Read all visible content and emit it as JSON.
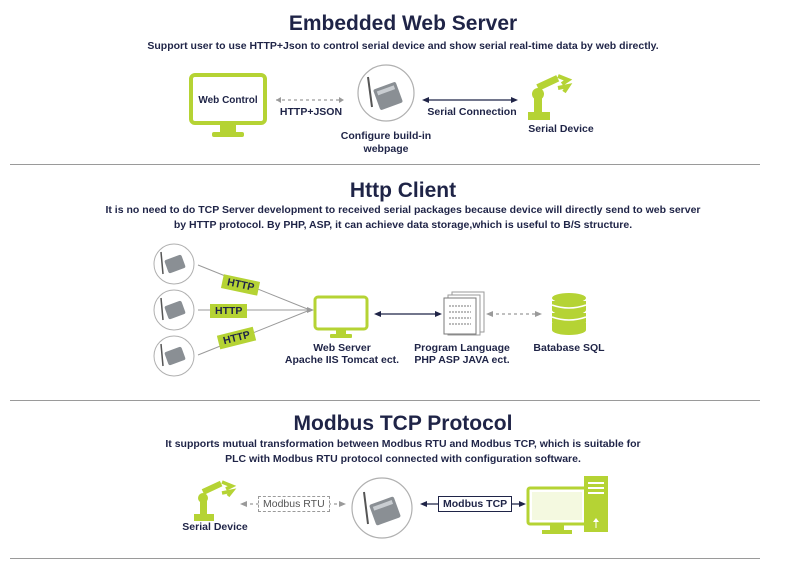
{
  "colors": {
    "accent": "#b5d334",
    "navy": "#1f2447",
    "gray": "#9a9a9a"
  },
  "s1": {
    "title": "Embedded Web Server",
    "desc": "Support user to use HTTP+Json to control serial device and show serial real-time data by web directly.",
    "web_control": "Web Control",
    "http_json": "HTTP+JSON",
    "configure": "Configure build-in",
    "webpage": "webpage",
    "serial_connection": "Serial Connection",
    "serial_device": "Serial Device"
  },
  "s2": {
    "title": "Http Client",
    "desc1": "It is no need to do TCP Server development to received serial packages because device will directly send to web server",
    "desc2": "by HTTP protocol. By PHP, ASP, it can achieve data storage,which is useful to B/S structure.",
    "http_tags": [
      "HTTP",
      "HTTP",
      "HTTP"
    ],
    "web_server": "Web Server",
    "web_server_sub": "Apache IIS Tomcat ect.",
    "program_language": "Program Language",
    "program_language_sub": "PHP ASP JAVA ect.",
    "database": "Batabase SQL"
  },
  "s3": {
    "title": "Modbus TCP Protocol",
    "desc1": "It supports mutual transformation between Modbus RTU and Modbus TCP, which is suitable for",
    "desc2": "PLC with Modbus RTU protocol connected with configuration software.",
    "serial_device": "Serial Device",
    "modbus_rtu": "Modbus RTU",
    "modbus_tcp": "Modbus TCP"
  }
}
